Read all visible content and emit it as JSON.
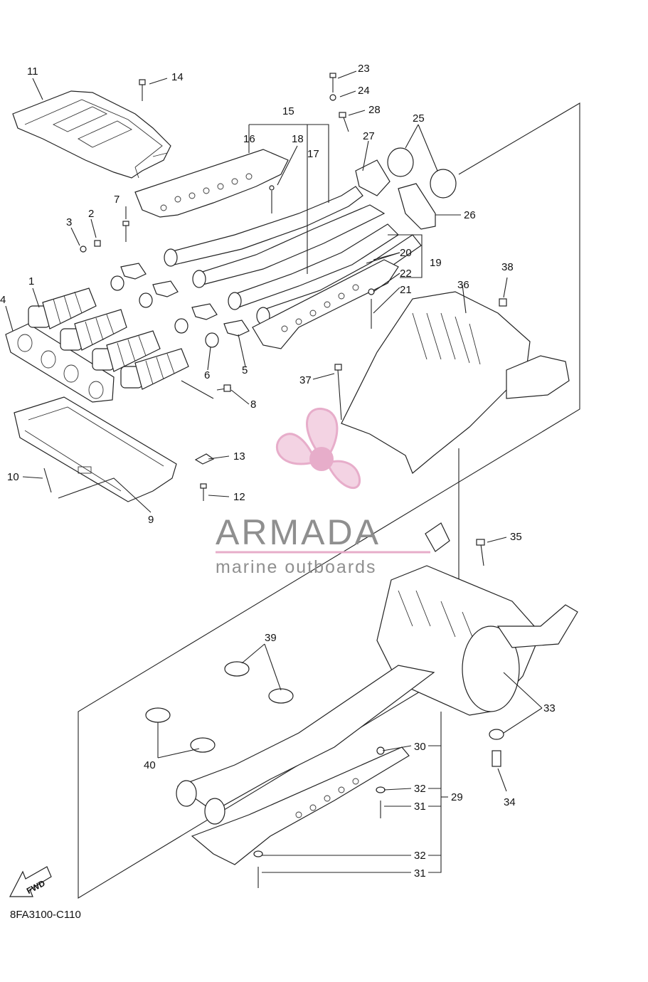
{
  "diagram_code": "8FA3100-C110",
  "fwd_label": "FWD",
  "watermark": {
    "brand": "ARMADA",
    "tagline": "marine outboards",
    "accent_color": "#e6a9c8",
    "text_color": "#8a8a8a"
  },
  "callouts": {
    "c1": "1",
    "c2": "2",
    "c3": "3",
    "c4": "4",
    "c5": "5",
    "c6": "6",
    "c7": "7",
    "c8": "8",
    "c9": "9",
    "c10": "10",
    "c11": "11",
    "c12": "12",
    "c13": "13",
    "c14": "14",
    "c15": "15",
    "c16": "16",
    "c17": "17",
    "c18": "18",
    "c19": "19",
    "c20": "20",
    "c21": "21",
    "c22": "22",
    "c23": "23",
    "c24": "24",
    "c25": "25",
    "c26": "26",
    "c27": "27",
    "c28": "28",
    "c29": "29",
    "c30": "30",
    "c31a": "31",
    "c31b": "31",
    "c32a": "32",
    "c32b": "32",
    "c33": "33",
    "c34": "34",
    "c35": "35",
    "c36": "36",
    "c37": "37",
    "c38": "38",
    "c39": "39",
    "c40": "40"
  }
}
